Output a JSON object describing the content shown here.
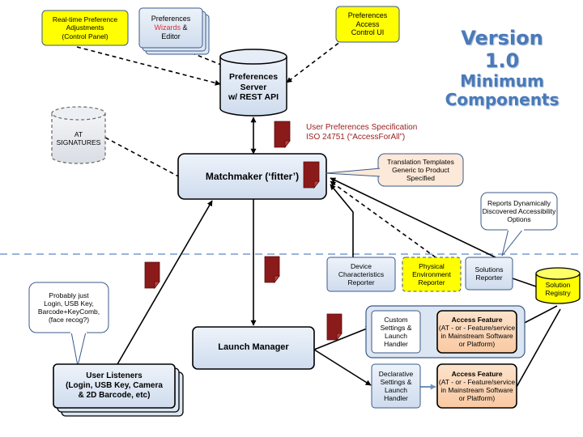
{
  "title": [
    "Version 1.0",
    "Minimum",
    "Components"
  ],
  "nodes": {
    "realtime": [
      "Real-time Preference",
      "Adjustments",
      "(Control Panel)"
    ],
    "prefs_editor": {
      "line1": "Preferences",
      "wizards": "Wizards",
      "amp": " &",
      "line3": "Editor"
    },
    "access_control": [
      "Preferences",
      "Access",
      "Control UI"
    ],
    "prefs_server": [
      "Preferences",
      "Server",
      "w/ REST API"
    ],
    "at_signatures": [
      "AT",
      "SIGNATURES"
    ],
    "matchmaker": "Matchmaker (‘fitter’)",
    "user_prefs_spec": [
      "User Preferences Specification",
      "ISO 24751 (“AccessForAll”)"
    ],
    "translation": [
      "Translation Templates",
      "Generic to Product",
      "Specified"
    ],
    "reports_callout": [
      "Reports  Dynamically",
      "Discovered Accessibility",
      "Options"
    ],
    "device_reporter": [
      "Device",
      "Characteristics",
      "Reporter"
    ],
    "physical_reporter": [
      "Physical",
      "Environment",
      "Reporter"
    ],
    "solutions_reporter": [
      "Solutions",
      "Reporter"
    ],
    "solution_registry": [
      "Solution",
      "Registry"
    ],
    "probably_callout": [
      "Probably just",
      "Login, USB Key,",
      "Barcode+KeyComb,",
      "(face recog?)"
    ],
    "launch_manager": "Launch Manager",
    "custom_handler": [
      "Custom",
      "Settings &",
      "Launch",
      "Handler"
    ],
    "declarative_handler": [
      "Declarative",
      "Settings &",
      "Launch",
      "Handler"
    ],
    "access_feature_title": "Access Feature",
    "access_feature_body": [
      "(AT - or - Feature/service",
      "in Mainstream Software",
      "or Platform)"
    ],
    "user_listeners": [
      "User Listeners",
      "(Login, USB Key, Camera",
      "& 2D Barcode, etc)"
    ]
  },
  "colors": {
    "title": "#4a7ab8",
    "box_fill": "#dce6f2",
    "box_stroke": "#3b5a8a",
    "yellow": "#ffff00",
    "peach": "#fde9d9",
    "access_fill": "#fbd5b5",
    "document": "#8b1a1a",
    "spec_text": "#9b2020",
    "wizards": "#e03030",
    "dashed_line": "#9ab4d8"
  }
}
